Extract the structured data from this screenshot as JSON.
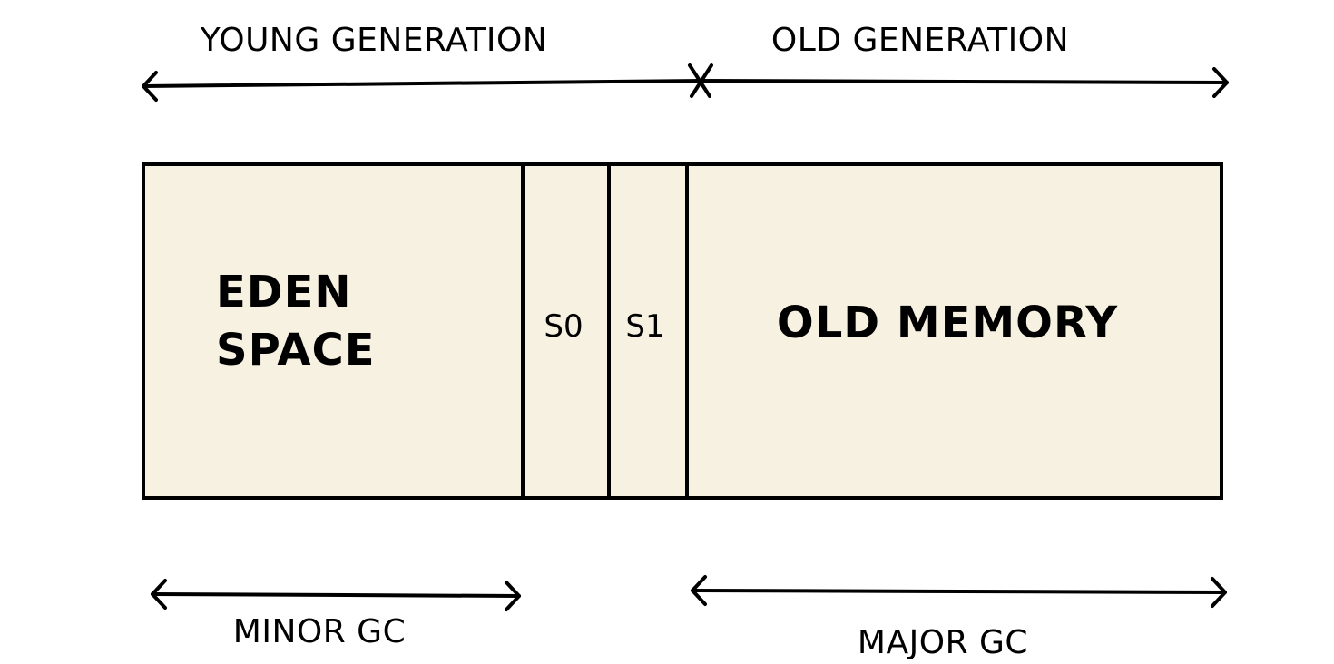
{
  "top_labels": {
    "young": "YOUNG GENERATION",
    "old": "OLD GENERATION"
  },
  "regions": {
    "eden_line1": "EDEN",
    "eden_line2": "SPACE",
    "s0": "S0",
    "s1": "S1",
    "old_memory": "OLD MEMORY"
  },
  "bottom_labels": {
    "minor_gc": "MINOR GC",
    "major_gc": "MAJOR GC"
  },
  "colors": {
    "region_fill": "#F7F1E1",
    "stroke": "#000000",
    "background": "#FFFFFF"
  }
}
